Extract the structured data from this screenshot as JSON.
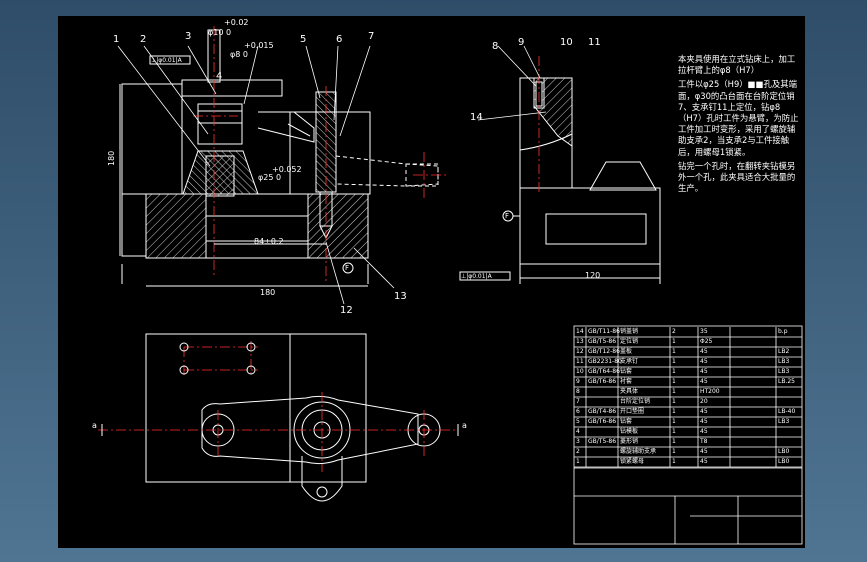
{
  "part_numbers": [
    "1",
    "2",
    "3",
    "4",
    "5",
    "6",
    "7",
    "8",
    "9",
    "10",
    "11",
    "12",
    "13",
    "14"
  ],
  "dimensions": {
    "bore10_upper": "+0.02",
    "bore10_label": "φ10  0",
    "bore8_upper": "+0.015",
    "bore8_label": "φ8  0",
    "bore25_upper": "+0.052",
    "bore25_label": "φ25  0",
    "height_total": "180",
    "width_front": "180",
    "width_side": "120",
    "center_span": "84±0.2",
    "flatness_front": "⊥|φ0.01|A",
    "flatness_side": "⊥|φ0.01|A",
    "datum_front": "F",
    "datum_side": "F",
    "section_left": "a",
    "section_right": "a"
  },
  "notes": [
    "本夹具使用在立式钻床上，加工拉杆臂上的φ8（H7）",
    "工件以φ25（H9）■■孔及其端面，φ30的凸台面在台阶定位销7、支承钉11上定位，钻φ8（H7）孔时工件为悬臂，为防止工件加工时变形，采用了螺旋辅助支承2，当支承2与工件接触后，用螺母1锁紧。",
    "钻完一个孔时，在翻转夹钻模另外一个孔，此夹具适合大批量的生产。"
  ],
  "bom_rows": [
    [
      "14",
      "GB/T11-86",
      "销盖销",
      "2",
      "35",
      "",
      "b.p"
    ],
    [
      "13",
      "GB/T5-86",
      "定位销",
      "1",
      "Φ25",
      "",
      ""
    ],
    [
      "12",
      "GB/T12-86",
      "盖板",
      "1",
      "45",
      "",
      "LB2"
    ],
    [
      "11",
      "GB2231-80",
      "支承钉",
      "1",
      "45",
      "",
      "LB3"
    ],
    [
      "10",
      "GB/T64-86",
      "钻套",
      "1",
      "45",
      "",
      "LB3"
    ],
    [
      "9",
      "GB/T6-86",
      "衬套",
      "1",
      "45",
      "",
      "LB.25"
    ],
    [
      "8",
      "",
      "夹具体",
      "1",
      "HT200",
      "",
      ""
    ],
    [
      "7",
      "",
      "台阶定位销",
      "1",
      "20",
      "",
      ""
    ],
    [
      "6",
      "GB/T4-86",
      "开口垫圈",
      "1",
      "45",
      "",
      "LB-40"
    ],
    [
      "5",
      "GB/T6-86",
      "钻套",
      "1",
      "45",
      "",
      "LB3"
    ],
    [
      "4",
      "",
      "钻模板",
      "1",
      "45",
      "",
      ""
    ],
    [
      "3",
      "GB/T5-86",
      "菱形销",
      "1",
      "T8",
      "",
      ""
    ],
    [
      "2",
      "",
      "螺旋辅助支承",
      "1",
      "45",
      "",
      "LB0"
    ],
    [
      "1",
      "",
      "锁紧螺母",
      "1",
      "45",
      "",
      "LB0"
    ]
  ]
}
